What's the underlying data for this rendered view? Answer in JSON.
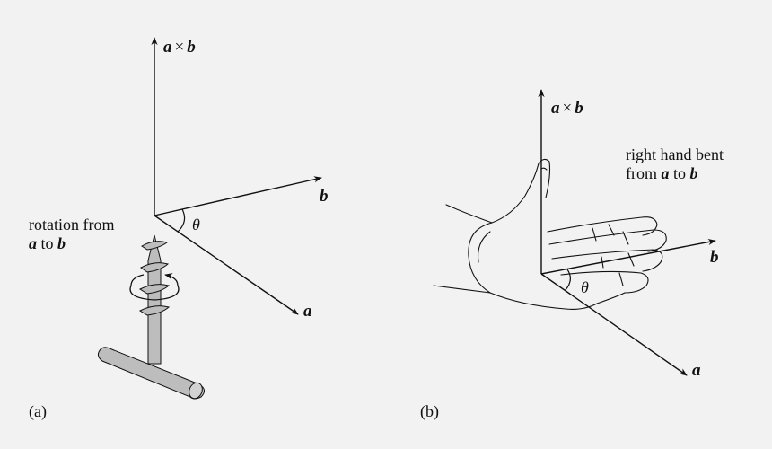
{
  "panel_a": {
    "caption": "(a)",
    "axis_top": {
      "a": "a",
      "times": "×",
      "b": "b"
    },
    "axis_b": "b",
    "axis_a": "a",
    "theta": "θ",
    "rotation": {
      "line1": "rotation from",
      "a": "a",
      "to": " to ",
      "b": "b"
    }
  },
  "panel_b": {
    "caption": "(b)",
    "axis_top": {
      "a": "a",
      "times": "×",
      "b": "b"
    },
    "axis_b": "b",
    "axis_a": "a",
    "theta": "θ",
    "hand": {
      "line1": "right hand bent",
      "line2": "from ",
      "a": "a",
      "to": " to ",
      "b": "b"
    }
  },
  "colors": {
    "ink": "#111111",
    "background": "#f2f2f2",
    "screw_fill": "#bdbdbd"
  }
}
